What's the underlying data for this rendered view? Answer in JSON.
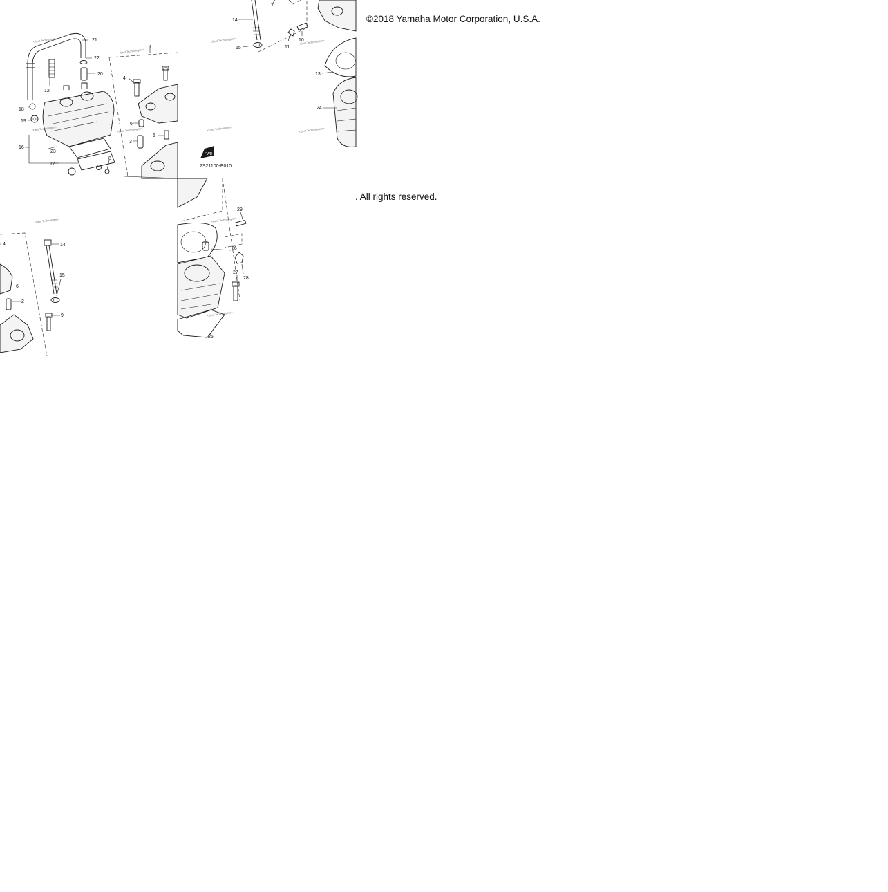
{
  "copyright_line1": "©2018 Yamaha Motor Corporation, U.S.A.",
  "copyright_line2": ". All rights reserved.",
  "diagram_code": "2S21100-E010",
  "fwd_badge": "FWD",
  "watermark_text": "<Best Technologies>",
  "callouts": {
    "c1": "1",
    "c2": "2",
    "c3": "3",
    "c4": "4",
    "c4b": "4",
    "c5": "5",
    "c6": "6",
    "c6b": "6",
    "c7": "7",
    "c8": "8",
    "c9": "9",
    "c10": "10",
    "c11": "11",
    "c12": "12",
    "c13": "13",
    "c14": "14",
    "c14b": "14",
    "c15": "15",
    "c15b": "15",
    "c16": "16",
    "c17": "17",
    "c18": "18",
    "c19": "19",
    "c20": "20",
    "c21": "21",
    "c22": "22",
    "c23": "23",
    "c24": "24",
    "c25": "25",
    "c26": "26",
    "c27": "27",
    "c28": "28",
    "c29": "29"
  }
}
